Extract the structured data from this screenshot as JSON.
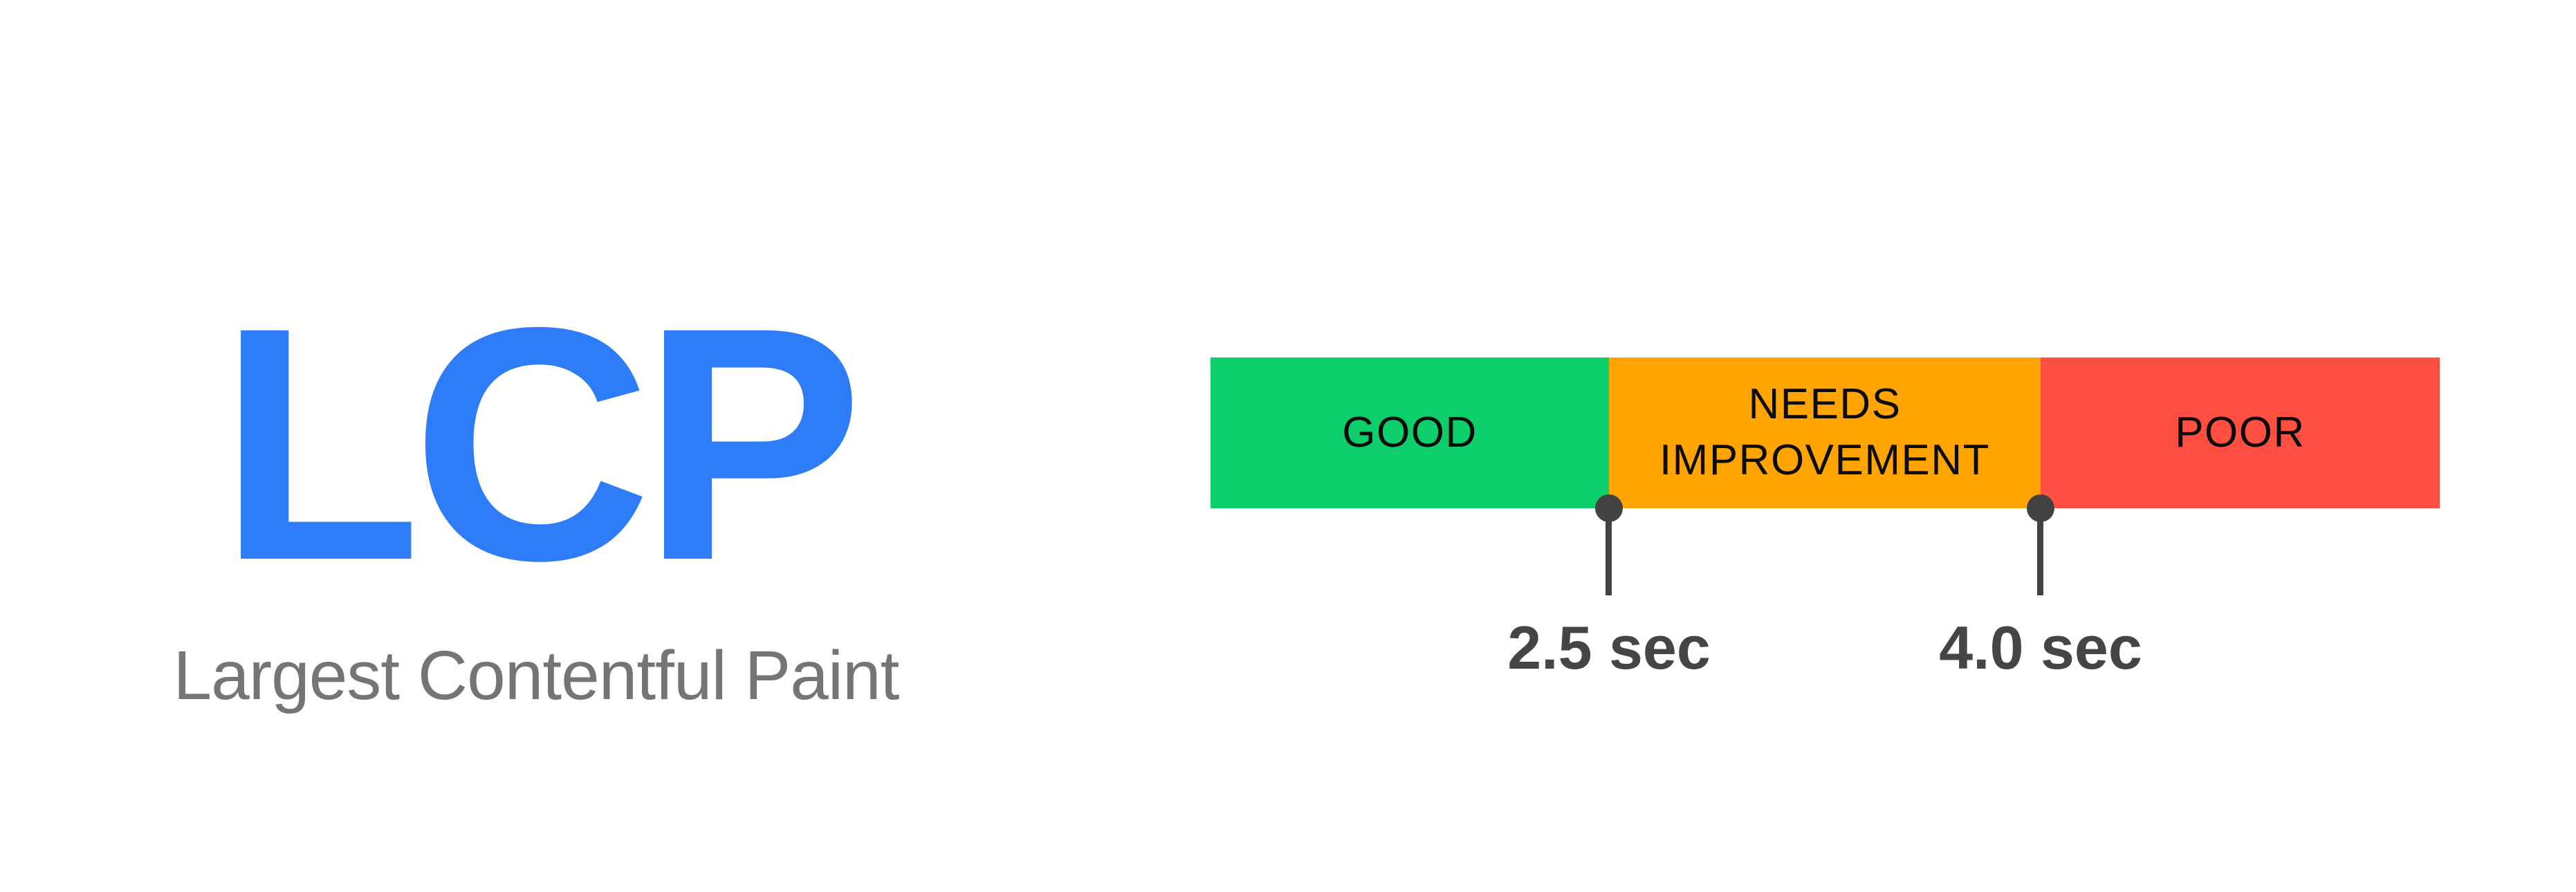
{
  "metric": {
    "abbreviation": "LCP",
    "full_name": "Largest Contentful Paint"
  },
  "scale": {
    "segments": [
      {
        "label": "GOOD",
        "color": "#0CCE6B"
      },
      {
        "label": "NEEDS IMPROVEMENT",
        "color": "#FFA400"
      },
      {
        "label": "POOR",
        "color": "#FF4E42"
      }
    ],
    "markers": [
      {
        "label": "2.5 sec"
      },
      {
        "label": "4.0 sec"
      }
    ]
  },
  "colors": {
    "title_blue": "#2E7CF7",
    "subtitle_gray": "#757575",
    "good_green": "#0CCE6B",
    "needs_improvement_orange": "#FFA400",
    "poor_red": "#FF4E42",
    "marker_dark_gray": "#424242",
    "threshold_label_gray": "#454545",
    "segment_label_black": "#0B0B0B",
    "background": "#FFFFFF"
  },
  "chart_data": {
    "type": "bar",
    "title": "LCP — Largest Contentful Paint",
    "categories": [
      "GOOD",
      "NEEDS IMPROVEMENT",
      "POOR"
    ],
    "ranges_sec": [
      [
        0,
        2.5
      ],
      [
        2.5,
        4.0
      ],
      [
        4.0,
        null
      ]
    ],
    "thresholds_sec": [
      2.5,
      4.0
    ],
    "threshold_labels": [
      "2.5 sec",
      "4.0 sec"
    ],
    "colors": [
      "#0CCE6B",
      "#FFA400",
      "#FF4E42"
    ],
    "unit": "sec",
    "legend_position": "none",
    "grid": false
  }
}
